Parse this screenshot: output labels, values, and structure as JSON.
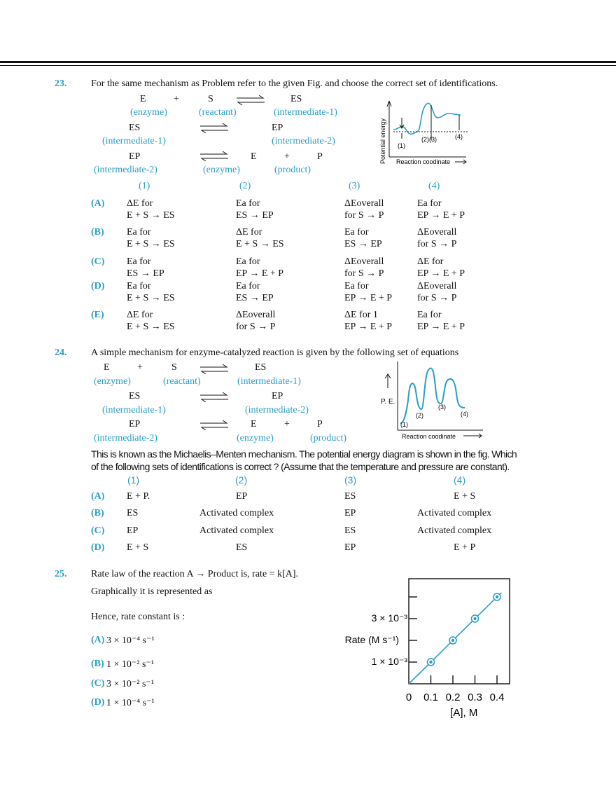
{
  "q23": {
    "num": "23.",
    "text": "For the same mechanism as Problem refer to the given Fig. and choose the correct set of identifications.",
    "r1": {
      "a": "E",
      "p": "+",
      "b": "S",
      "c": "ES",
      "la": "(enzyme)",
      "lb": "(reactant)",
      "lc": "(intermediate-1)"
    },
    "r2": {
      "a": "ES",
      "c": "EP",
      "la": "(intermediate-1)",
      "lc": "(intermediate-2)"
    },
    "r3": {
      "a": "EP",
      "b": "E",
      "p": "+",
      "c": "P",
      "la": "(intermediate-2)",
      "lb": "(enzyme)",
      "lc": "(product)"
    },
    "cols": [
      "(1)",
      "(2)",
      "(3)",
      "(4)"
    ],
    "figure": {
      "ylabel": "Potential energy",
      "xlabel": "Reaction coodinate",
      "l1": "(1)",
      "l23": "(2)(3)",
      "l4": "(4)"
    },
    "options": [
      {
        "label": "(A)",
        "c": [
          [
            "ΔE for",
            "E + S → ES"
          ],
          [
            "Ea for",
            "ES → EP"
          ],
          [
            "ΔEoverall",
            "for S → P"
          ],
          [
            "Ea for",
            "EP → E + P"
          ]
        ]
      },
      {
        "label": "(B)",
        "c": [
          [
            "Ea for",
            "E + S → ES"
          ],
          [
            "ΔE for",
            "E + S → ES"
          ],
          [
            "Ea for",
            "ES → EP"
          ],
          [
            "ΔEoverall",
            "for S → P"
          ]
        ]
      },
      {
        "label": "(C)",
        "c": [
          [
            "Ea for",
            "ES → EP"
          ],
          [
            "Ea for",
            "EP → E + P"
          ],
          [
            "ΔEoverall",
            "for S → P"
          ],
          [
            "ΔE for",
            "EP → E + P"
          ]
        ]
      },
      {
        "label": "(D)",
        "c": [
          [
            "Ea for",
            "E + S → ES"
          ],
          [
            "Ea for",
            "ES → EP"
          ],
          [
            "Ea for",
            "EP → E + P"
          ],
          [
            "ΔEoverall",
            "for S → P"
          ]
        ]
      },
      {
        "label": "(E)",
        "c": [
          [
            "ΔE for",
            "E + S → ES"
          ],
          [
            "ΔEoverall",
            "for S → P"
          ],
          [
            "ΔE for 1",
            "EP → E + P"
          ],
          [
            "Ea for",
            "EP → E + P"
          ]
        ]
      }
    ]
  },
  "q24": {
    "num": "24.",
    "text": "A simple mechanism for enzyme-catalyzed reaction is given by the following set of equations",
    "r1": {
      "a": "E",
      "p": "+",
      "b": "S",
      "c": "ES",
      "la": "(enzyme)",
      "lb": "(reactant)",
      "lc": "(intermediate-1)"
    },
    "r2": {
      "a": "ES",
      "c": "EP",
      "la": "(intermediate-1)",
      "lc": "(intermediate-2)"
    },
    "r3": {
      "a": "EP",
      "b": "E",
      "p": "+",
      "c": "P",
      "la": "(intermediate-2)",
      "lb": "(enzyme)",
      "lc": "(product)"
    },
    "figure": {
      "ylabel": "P. E.",
      "xlabel": "Reaction coodinate",
      "l1": "(1)",
      "l2": "(2)",
      "l3": "(3)",
      "l4": "(4)"
    },
    "para1": "This is known as the Michaelis–Menten mechanism. The potential energy diagram is shown in the fig. Which",
    "para2": "of the following sets of identifications is correct ? (Assume that the temperature and pressure are constant).",
    "cols": [
      "(1)",
      "(2)",
      "(3)",
      "(4)"
    ],
    "options": [
      {
        "label": "(A)",
        "c": [
          "E + P.",
          "EP",
          "ES",
          "E + S"
        ]
      },
      {
        "label": "(B)",
        "c": [
          "ES",
          "Activated complex",
          "EP",
          "Activated complex"
        ]
      },
      {
        "label": "(C)",
        "c": [
          "EP",
          "Activated complex",
          "ES",
          "Activated complex"
        ]
      },
      {
        "label": "(D)",
        "c": [
          "E + S",
          "ES",
          "EP",
          "E + P"
        ]
      }
    ]
  },
  "q25": {
    "num": "25.",
    "text": "Rate law of the reaction A → Product is, rate = k[A].",
    "line2": "Graphically it is represented as",
    "line3": "Hence, rate constant is :",
    "options": [
      {
        "label": "(A)",
        "text": "3 × 10⁻⁴ s⁻¹"
      },
      {
        "label": "(B)",
        "text": "1 × 10⁻² s⁻¹"
      },
      {
        "label": "(C)",
        "text": "3 × 10⁻² s⁻¹"
      },
      {
        "label": "(D)",
        "text": "1 × 10⁻⁴ s⁻¹"
      }
    ]
  },
  "chart_data": {
    "type": "line",
    "x": [
      0.1,
      0.2,
      0.3,
      0.4
    ],
    "y": [
      0.001,
      0.002,
      0.003,
      0.004
    ],
    "xlabel": "[A], M",
    "ylabel": "Rate (M s⁻¹)",
    "xticks": [
      "0",
      "0.1",
      "0.2",
      "0.3",
      "0.4"
    ],
    "yticks": [
      "1 × 10⁻³",
      "3 × 10⁻³"
    ],
    "line_color": "#2a9ec5"
  }
}
